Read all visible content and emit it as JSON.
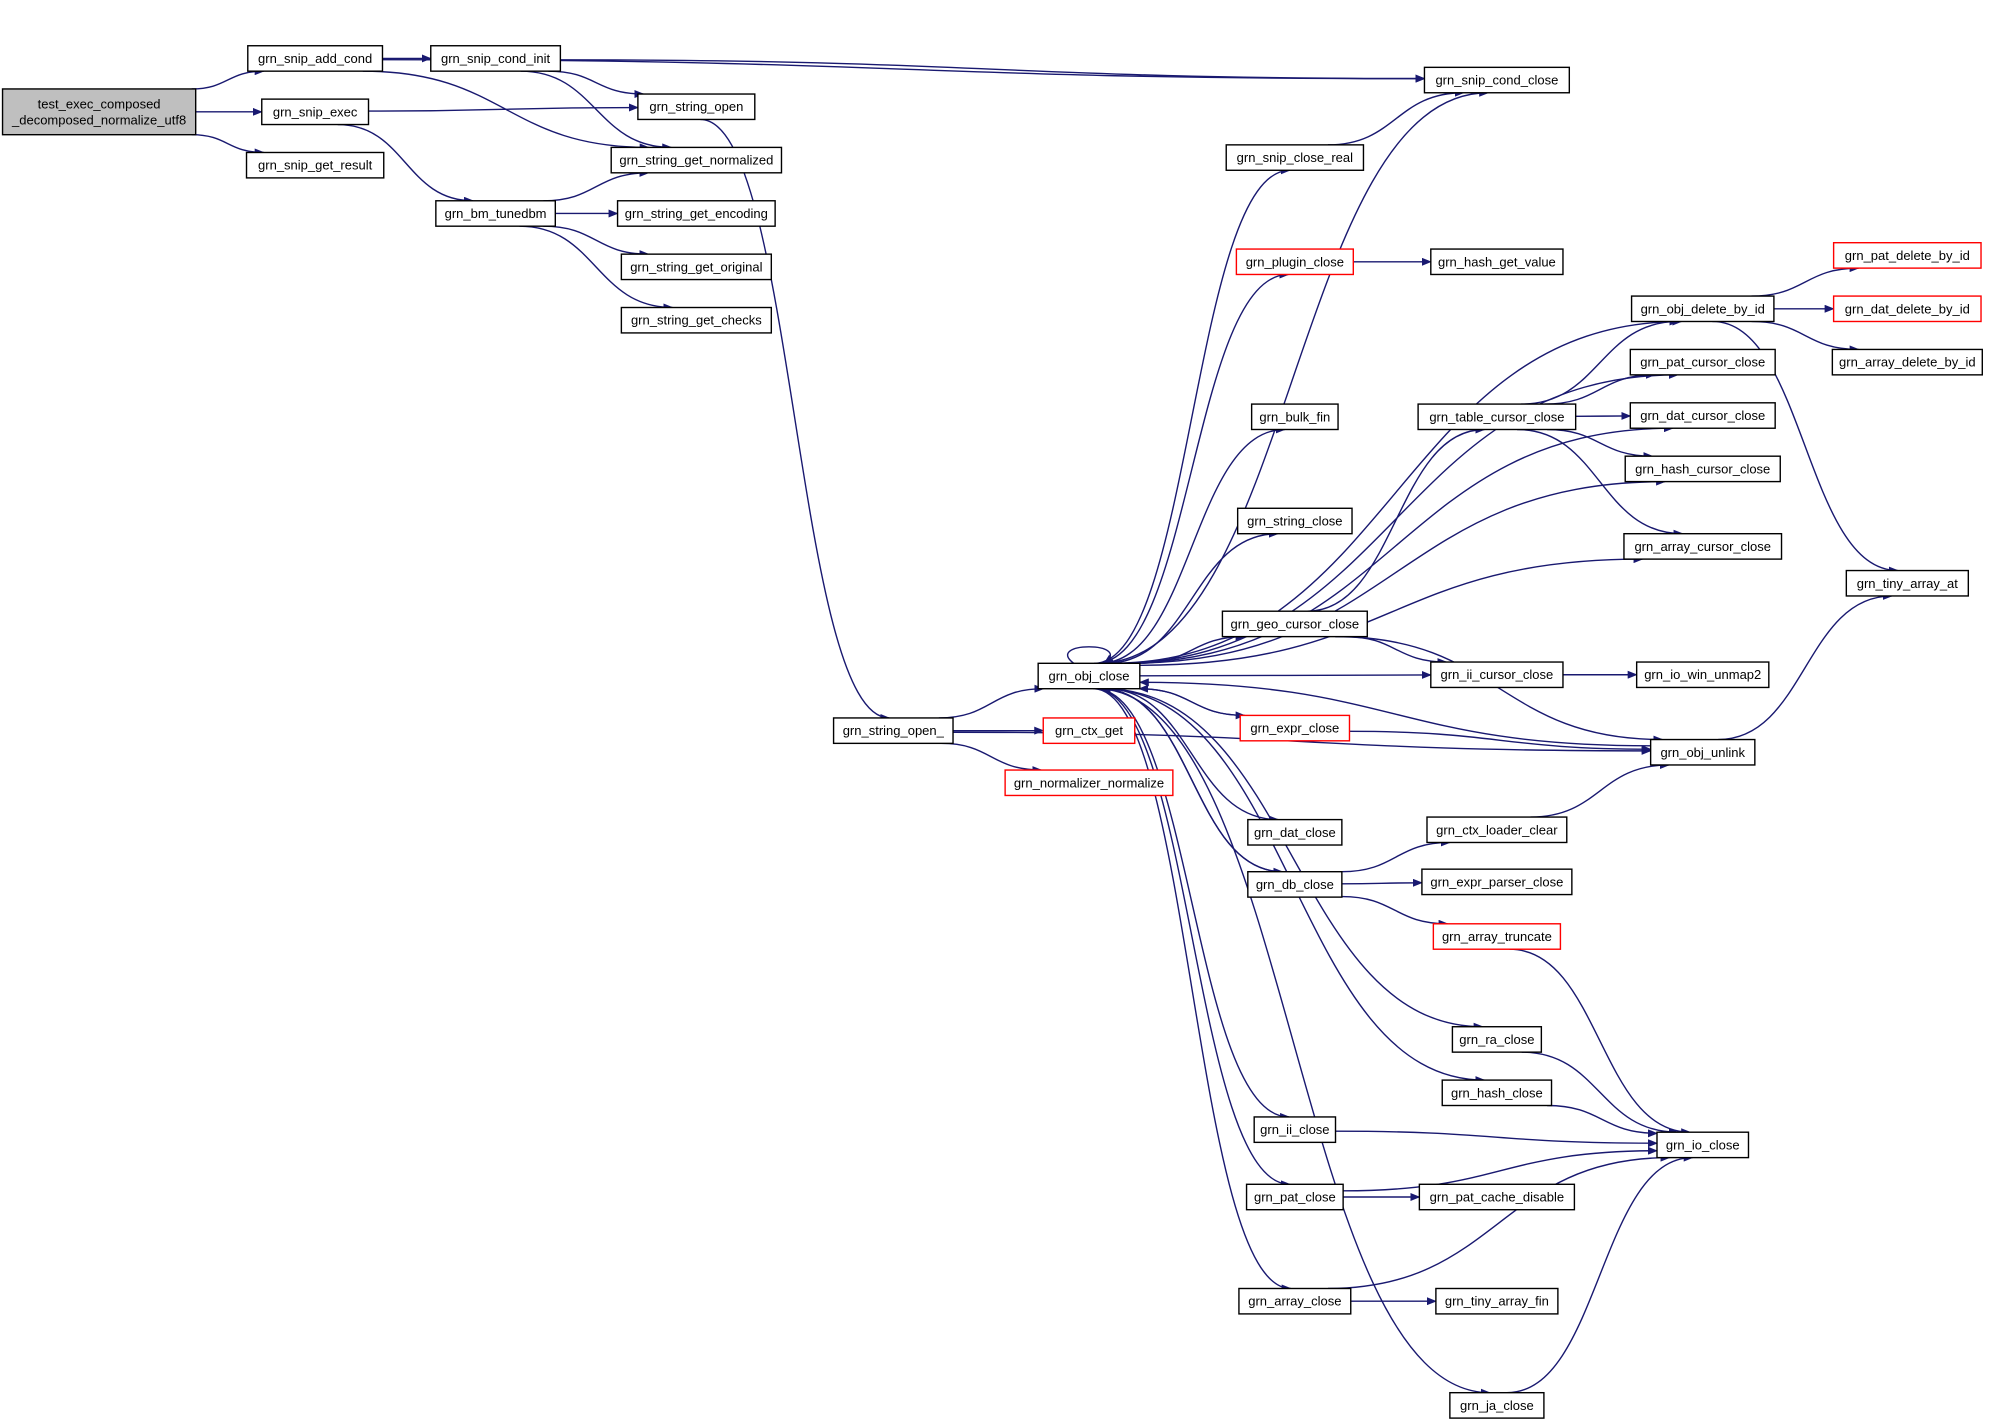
{
  "colors": {
    "edge": "#191970",
    "root_fill": "#bfbfbf",
    "red_border": "#ff0000",
    "border": "#000000"
  },
  "nodes": {
    "root": {
      "lines": [
        "test_exec_composed",
        "_decomposed_normalize_utf8"
      ],
      "style": "root"
    },
    "snip_add_cond": {
      "lines": [
        "grn_snip_add_cond"
      ]
    },
    "snip_exec": {
      "lines": [
        "grn_snip_exec"
      ]
    },
    "snip_get_result": {
      "lines": [
        "grn_snip_get_result"
      ]
    },
    "snip_cond_init": {
      "lines": [
        "grn_snip_cond_init"
      ]
    },
    "bm_tunedbm": {
      "lines": [
        "grn_bm_tunedbm"
      ]
    },
    "string_open": {
      "lines": [
        "grn_string_open"
      ]
    },
    "string_get_normalized": {
      "lines": [
        "grn_string_get_normalized"
      ]
    },
    "string_get_encoding": {
      "lines": [
        "grn_string_get_encoding"
      ]
    },
    "string_get_original": {
      "lines": [
        "grn_string_get_original"
      ]
    },
    "string_get_checks": {
      "lines": [
        "grn_string_get_checks"
      ]
    },
    "string_open_": {
      "lines": [
        "grn_string_open_"
      ]
    },
    "obj_close": {
      "lines": [
        "grn_obj_close"
      ]
    },
    "ctx_get": {
      "lines": [
        "grn_ctx_get"
      ],
      "style": "red"
    },
    "normalizer_normalize": {
      "lines": [
        "grn_normalizer_normalize"
      ],
      "style": "red"
    },
    "snip_cond_close": {
      "lines": [
        "grn_snip_cond_close"
      ]
    },
    "snip_close_real": {
      "lines": [
        "grn_snip_close_real"
      ]
    },
    "plugin_close": {
      "lines": [
        "grn_plugin_close"
      ],
      "style": "red"
    },
    "hash_get_value": {
      "lines": [
        "grn_hash_get_value"
      ]
    },
    "bulk_fin": {
      "lines": [
        "grn_bulk_fin"
      ]
    },
    "string_close": {
      "lines": [
        "grn_string_close"
      ]
    },
    "geo_cursor_close": {
      "lines": [
        "grn_geo_cursor_close"
      ]
    },
    "expr_close": {
      "lines": [
        "grn_expr_close"
      ],
      "style": "red"
    },
    "dat_close": {
      "lines": [
        "grn_dat_close"
      ]
    },
    "db_close": {
      "lines": [
        "grn_db_close"
      ]
    },
    "ii_close": {
      "lines": [
        "grn_ii_close"
      ]
    },
    "pat_close": {
      "lines": [
        "grn_pat_close"
      ]
    },
    "array_close": {
      "lines": [
        "grn_array_close"
      ]
    },
    "table_cursor_close": {
      "lines": [
        "grn_table_cursor_close"
      ]
    },
    "ii_cursor_close": {
      "lines": [
        "grn_ii_cursor_close"
      ]
    },
    "ctx_loader_clear": {
      "lines": [
        "grn_ctx_loader_clear"
      ]
    },
    "expr_parser_close": {
      "lines": [
        "grn_expr_parser_close"
      ]
    },
    "array_truncate": {
      "lines": [
        "grn_array_truncate"
      ],
      "style": "red"
    },
    "ra_close": {
      "lines": [
        "grn_ra_close"
      ]
    },
    "hash_close": {
      "lines": [
        "grn_hash_close"
      ]
    },
    "pat_cache_disable": {
      "lines": [
        "grn_pat_cache_disable"
      ]
    },
    "tiny_array_fin": {
      "lines": [
        "grn_tiny_array_fin"
      ]
    },
    "ja_close": {
      "lines": [
        "grn_ja_close"
      ]
    },
    "obj_delete_by_id": {
      "lines": [
        "grn_obj_delete_by_id"
      ]
    },
    "pat_cursor_close": {
      "lines": [
        "grn_pat_cursor_close"
      ]
    },
    "dat_cursor_close": {
      "lines": [
        "grn_dat_cursor_close"
      ]
    },
    "hash_cursor_close": {
      "lines": [
        "grn_hash_cursor_close"
      ]
    },
    "array_cursor_close": {
      "lines": [
        "grn_array_cursor_close"
      ]
    },
    "io_win_unmap2": {
      "lines": [
        "grn_io_win_unmap2"
      ]
    },
    "obj_unlink": {
      "lines": [
        "grn_obj_unlink"
      ]
    },
    "io_close": {
      "lines": [
        "grn_io_close"
      ]
    },
    "pat_delete_by_id": {
      "lines": [
        "grn_pat_delete_by_id"
      ],
      "style": "red"
    },
    "dat_delete_by_id": {
      "lines": [
        "grn_dat_delete_by_id"
      ],
      "style": "red"
    },
    "array_delete_by_id": {
      "lines": [
        "grn_array_delete_by_id"
      ]
    },
    "tiny_array_at": {
      "lines": [
        "grn_tiny_array_at"
      ]
    }
  },
  "edges": [
    [
      "root",
      "snip_add_cond"
    ],
    [
      "root",
      "snip_exec"
    ],
    [
      "root",
      "snip_get_result"
    ],
    [
      "snip_add_cond",
      "snip_cond_init"
    ],
    [
      "snip_add_cond",
      "snip_cond_close"
    ],
    [
      "snip_add_cond",
      "string_get_normalized"
    ],
    [
      "snip_cond_init",
      "string_open"
    ],
    [
      "snip_cond_init",
      "snip_cond_close"
    ],
    [
      "snip_cond_init",
      "string_get_normalized"
    ],
    [
      "snip_exec",
      "string_open"
    ],
    [
      "snip_exec",
      "bm_tunedbm"
    ],
    [
      "bm_tunedbm",
      "string_get_normalized"
    ],
    [
      "bm_tunedbm",
      "string_get_encoding"
    ],
    [
      "bm_tunedbm",
      "string_get_original"
    ],
    [
      "bm_tunedbm",
      "string_get_checks"
    ],
    [
      "string_open",
      "string_open_"
    ],
    [
      "string_open_",
      "obj_close"
    ],
    [
      "string_open_",
      "ctx_get"
    ],
    [
      "string_open_",
      "normalizer_normalize"
    ],
    [
      "string_open_",
      "obj_unlink"
    ],
    [
      "obj_close",
      "obj_close"
    ],
    [
      "obj_close",
      "snip_cond_close"
    ],
    [
      "obj_close",
      "snip_close_real"
    ],
    [
      "obj_close",
      "plugin_close"
    ],
    [
      "obj_close",
      "obj_delete_by_id"
    ],
    [
      "obj_close",
      "pat_cursor_close"
    ],
    [
      "obj_close",
      "dat_cursor_close"
    ],
    [
      "obj_close",
      "bulk_fin"
    ],
    [
      "obj_close",
      "hash_cursor_close"
    ],
    [
      "obj_close",
      "string_close"
    ],
    [
      "obj_close",
      "array_cursor_close"
    ],
    [
      "obj_close",
      "geo_cursor_close"
    ],
    [
      "obj_close",
      "ii_cursor_close"
    ],
    [
      "obj_close",
      "expr_close"
    ],
    [
      "obj_close",
      "dat_close"
    ],
    [
      "obj_close",
      "db_close"
    ],
    [
      "obj_close",
      "ra_close"
    ],
    [
      "obj_close",
      "hash_close"
    ],
    [
      "obj_close",
      "ii_close"
    ],
    [
      "obj_close",
      "pat_close"
    ],
    [
      "obj_close",
      "array_close"
    ],
    [
      "obj_close",
      "ja_close"
    ],
    [
      "snip_close_real",
      "snip_cond_close"
    ],
    [
      "plugin_close",
      "hash_get_value"
    ],
    [
      "geo_cursor_close",
      "table_cursor_close"
    ],
    [
      "geo_cursor_close",
      "ii_cursor_close"
    ],
    [
      "geo_cursor_close",
      "obj_unlink"
    ],
    [
      "expr_close",
      "obj_close"
    ],
    [
      "expr_close",
      "obj_unlink"
    ],
    [
      "obj_unlink",
      "obj_close"
    ],
    [
      "obj_unlink",
      "tiny_array_at"
    ],
    [
      "db_close",
      "obj_close"
    ],
    [
      "db_close",
      "ctx_loader_clear"
    ],
    [
      "db_close",
      "expr_parser_close"
    ],
    [
      "db_close",
      "array_truncate"
    ],
    [
      "ctx_loader_clear",
      "obj_unlink"
    ],
    [
      "array_truncate",
      "io_close"
    ],
    [
      "ra_close",
      "io_close"
    ],
    [
      "hash_close",
      "io_close"
    ],
    [
      "ii_close",
      "io_close"
    ],
    [
      "pat_close",
      "pat_cache_disable"
    ],
    [
      "pat_close",
      "io_close"
    ],
    [
      "array_close",
      "tiny_array_fin"
    ],
    [
      "array_close",
      "io_close"
    ],
    [
      "ja_close",
      "io_close"
    ],
    [
      "ii_cursor_close",
      "io_win_unmap2"
    ],
    [
      "table_cursor_close",
      "obj_delete_by_id"
    ],
    [
      "table_cursor_close",
      "pat_cursor_close"
    ],
    [
      "table_cursor_close",
      "dat_cursor_close"
    ],
    [
      "table_cursor_close",
      "hash_cursor_close"
    ],
    [
      "table_cursor_close",
      "array_cursor_close"
    ],
    [
      "obj_delete_by_id",
      "pat_delete_by_id"
    ],
    [
      "obj_delete_by_id",
      "dat_delete_by_id"
    ],
    [
      "obj_delete_by_id",
      "array_delete_by_id"
    ],
    [
      "obj_delete_by_id",
      "tiny_array_at"
    ]
  ]
}
